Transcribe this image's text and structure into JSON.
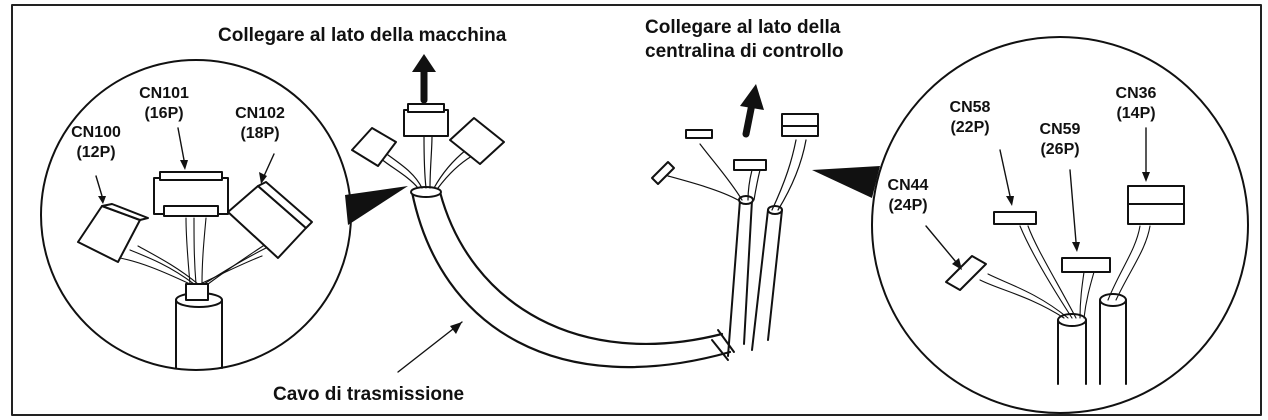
{
  "labels": {
    "machine_side": "Collegare al lato della macchina",
    "control_side_line1": "Collegare al lato della",
    "control_side_line2": "centralina di controllo",
    "cable": "Cavo di trasmissione"
  },
  "connectors": {
    "cn100": {
      "name": "CN100",
      "pins": "(12P)"
    },
    "cn101": {
      "name": "CN101",
      "pins": "(16P)"
    },
    "cn102": {
      "name": "CN102",
      "pins": "(18P)"
    },
    "cn58": {
      "name": "CN58",
      "pins": "(22P)"
    },
    "cn59": {
      "name": "CN59",
      "pins": "(26P)"
    },
    "cn36": {
      "name": "CN36",
      "pins": "(14P)"
    },
    "cn44": {
      "name": "CN44",
      "pins": "(24P)"
    }
  },
  "colors": {
    "ink": "#111111",
    "fill": "#ffffff",
    "frame": "#222222"
  }
}
